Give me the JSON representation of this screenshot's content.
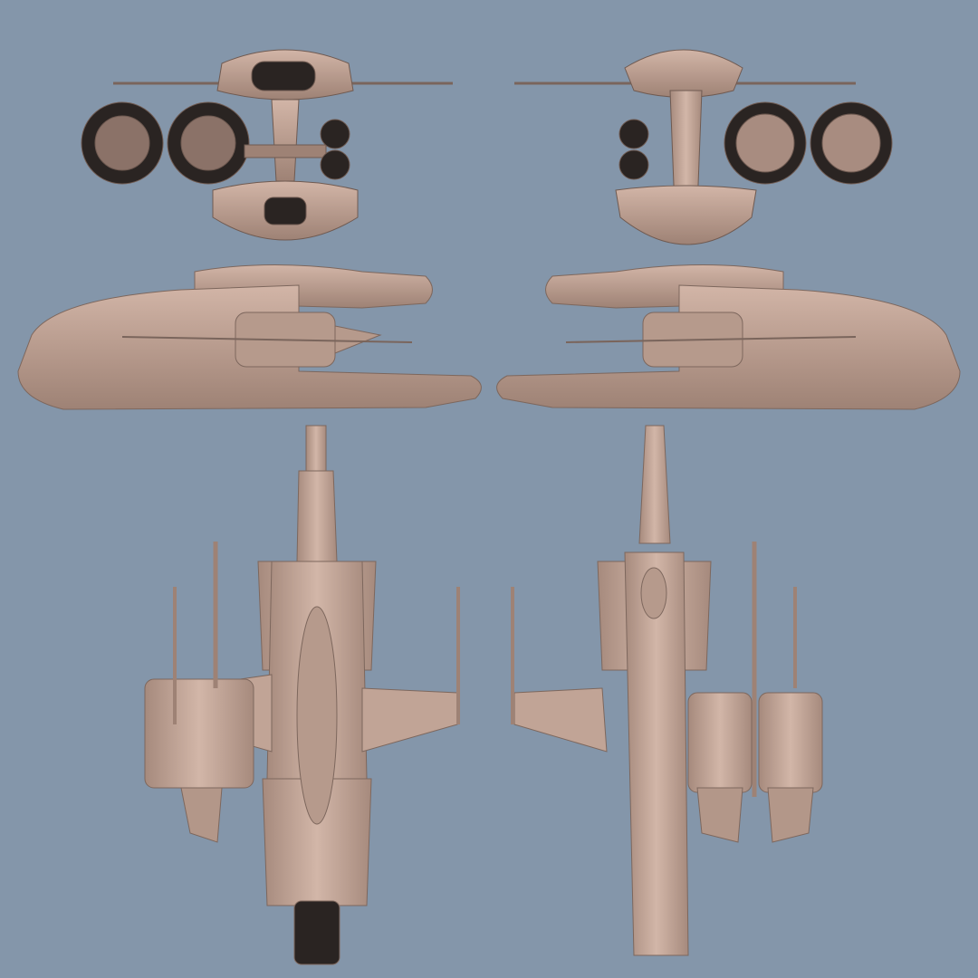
{
  "scene": {
    "background_color": "#8496aa",
    "hull_color": "#c4a698",
    "hull_shadow_color": "#8f766b",
    "engine_dark_color": "#2a2422",
    "views": [
      "front",
      "rear",
      "side-left",
      "side-right",
      "top",
      "bottom"
    ]
  }
}
